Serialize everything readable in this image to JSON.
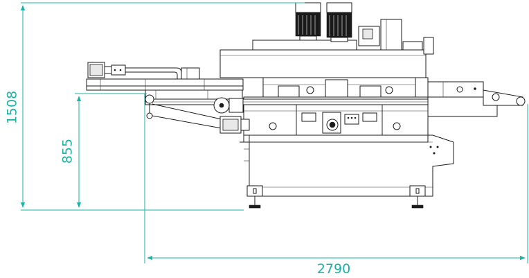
{
  "dimensions": {
    "total_height": "1508",
    "table_height": "855",
    "total_length": "2790"
  },
  "colors": {
    "dimension": "#1ab3a6",
    "machine_line": "#1a1a1a",
    "background": "#ffffff"
  }
}
